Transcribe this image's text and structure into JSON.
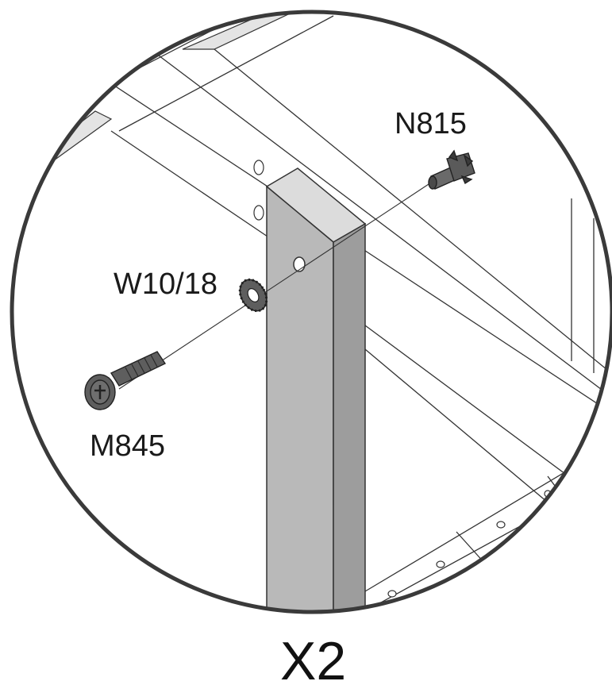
{
  "labels": {
    "nut": "N815",
    "washer": "W10/18",
    "bolt": "M845",
    "quantity": "X2"
  },
  "colors": {
    "outline": "#333333",
    "post_front": "#b9b9b9",
    "post_side": "#9d9d9d",
    "post_top": "#dcdcdc",
    "hardware": "#5e5e5e",
    "panel_shade": "#e4e4e4"
  }
}
